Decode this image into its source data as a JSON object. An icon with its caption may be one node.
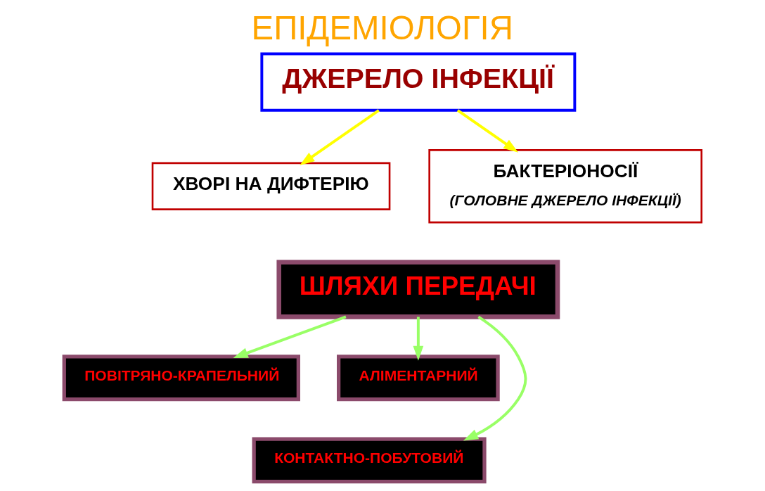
{
  "diagram": {
    "title": "ЕПІДЕМІОЛОГІЯ",
    "nodes": [
      {
        "text": [
          "ДЖЕРЕЛО ІНФЕКЦІЇ"
        ]
      },
      {
        "text": [
          "ХВОРІ НА ДИФТЕРІЮ"
        ]
      },
      {
        "text": [
          "БАКТЕРІОНОСІЇ",
          "(ГОЛОВНЕ ДЖЕРЕЛО ІНФЕКЦІЇ)"
        ]
      },
      {
        "text": [
          "ШЛЯХИ ПЕРЕДАЧІ"
        ]
      },
      {
        "text": [
          "ПОВІТРЯНО-КРАПЕЛЬНИЙ"
        ]
      },
      {
        "text": [
          "АЛІМЕНТАРНИЙ"
        ]
      },
      {
        "text": [
          "КОНТАКТНО-ПОБУТОВИЙ"
        ]
      }
    ],
    "edges": [
      {
        "from": 0,
        "to": 1,
        "arrow": "to",
        "color": "#ffff00"
      },
      {
        "from": 0,
        "to": 2,
        "arrow": "to",
        "color": "#ffff00"
      },
      {
        "from": 3,
        "to": 4,
        "arrow": "to",
        "color": "#99ff66"
      },
      {
        "from": 3,
        "to": 6,
        "arrow": "to",
        "color": "#99ff66"
      },
      {
        "from": 3,
        "to": 5,
        "arrow": "to",
        "color": "#99ff66"
      }
    ]
  }
}
